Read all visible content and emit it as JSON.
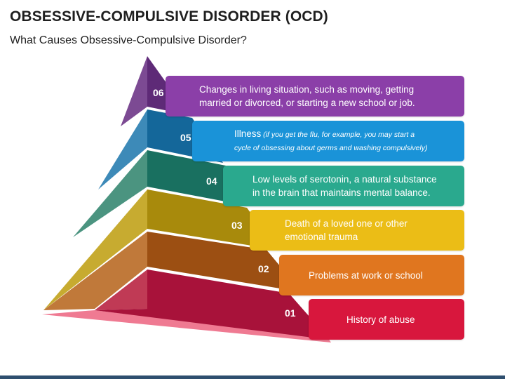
{
  "title": "OBSESSIVE-COMPULSIVE DISORDER (OCD)",
  "subtitle": "What Causes Obsessive-Compulsive Disorder?",
  "levels": [
    {
      "num": "06",
      "text_line1": "Changes in living situation, such as moving, getting",
      "text_line2": "married or divorced, or starting a new school or job.",
      "color": "#8b3fa8"
    },
    {
      "num": "05",
      "lead": "Illness",
      "note1": " (if you get the flu, for example, you may start a",
      "note2": "cycle of obsessing about germs and washing compulsively)",
      "color": "#1a93d8"
    },
    {
      "num": "04",
      "text_line1": "Low levels of serotonin, a natural substance",
      "text_line2": "in the brain that maintains mental balance.",
      "color": "#2aa98e"
    },
    {
      "num": "03",
      "text_line1": "Death of a loved one or other",
      "text_line2": "emotional trauma",
      "color": "#ebbd16"
    },
    {
      "num": "02",
      "text_line1": "Problems at work or school",
      "color": "#e0761f"
    },
    {
      "num": "01",
      "text_line1": "History of abuse",
      "color": "#d8173d"
    }
  ],
  "colors": {
    "purple_dark": "#5e2a77",
    "purple_side": "#7c4a93",
    "blue_dark": "#14679a",
    "blue_side": "#3d8ab8",
    "green_dark": "#197060",
    "green_side": "#4b9480",
    "yellow_dark": "#a88a0c",
    "yellow_side": "#c7ab30",
    "orange_dark": "#9c4f12",
    "orange_side": "#c0793a",
    "red_dark": "#9e1030",
    "red_side": "#c03a55",
    "base": "#ef7a92"
  }
}
